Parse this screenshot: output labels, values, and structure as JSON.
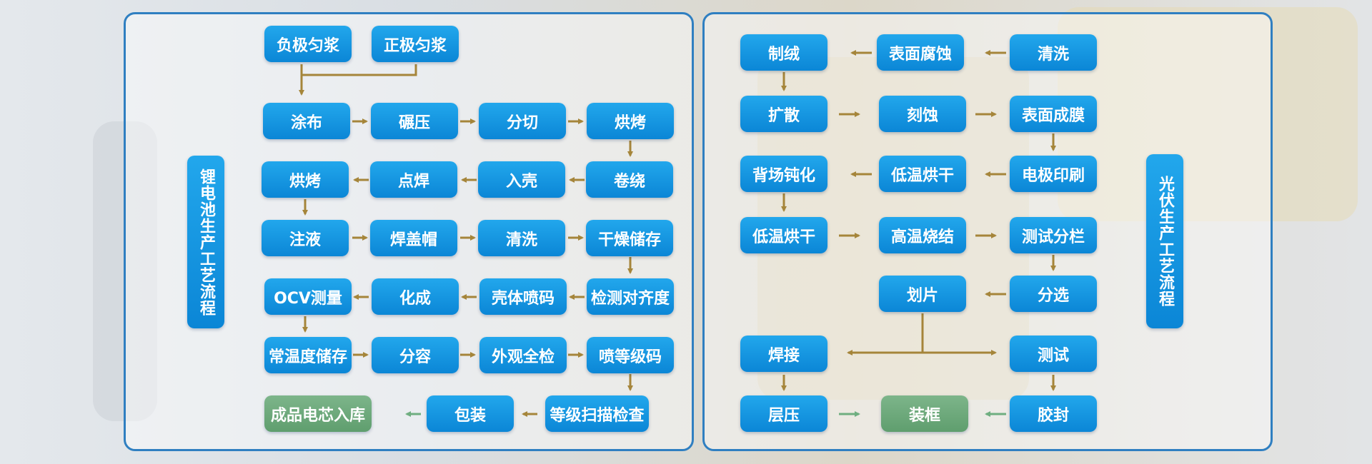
{
  "left_title": "锂电池生产工艺流程",
  "right_title": "光伏生产工艺流程",
  "left": {
    "anode_slurry": "负极匀浆",
    "cathode_slurry": "正极匀浆",
    "coating": "涂布",
    "rolling": "碾压",
    "slitting": "分切",
    "baking1": "烘烤",
    "baking2": "烘烤",
    "spot_weld": "点焊",
    "casing": "入壳",
    "winding": "卷绕",
    "injection": "注液",
    "cap_weld": "焊盖帽",
    "cleaning": "清洗",
    "dry_storage": "干燥储存",
    "ocv": "OCV测量",
    "formation": "化成",
    "shell_code": "壳体喷码",
    "alignment": "检测对齐度",
    "ambient_storage": "常温度储存",
    "grading": "分容",
    "visual_check": "外观全检",
    "grade_code": "喷等级码",
    "warehouse": "成品电芯入库",
    "packaging": "包装",
    "grade_scan": "等级扫描检查"
  },
  "right": {
    "texturing": "制绒",
    "surface_etch": "表面腐蚀",
    "cleaning": "清洗",
    "diffusion": "扩散",
    "etching": "刻蚀",
    "surface_film": "表面成膜",
    "passivation": "背场钝化",
    "low_temp_dry1": "低温烘干",
    "electrode_print": "电极印刷",
    "low_temp_dry2": "低温烘干",
    "high_temp_sinter": "高温烧结",
    "test_sort": "测试分栏",
    "scribing": "划片",
    "sorting": "分选",
    "welding": "焊接",
    "testing": "测试",
    "lamination": "层压",
    "framing": "装框",
    "sealing": "胶封"
  },
  "colors": {
    "node": "#0b86d6",
    "final_node": "#5f9e6e",
    "arrow": "#a5853a",
    "green_arrow": "#6fae80",
    "panel_border": "#2f7fc1"
  }
}
